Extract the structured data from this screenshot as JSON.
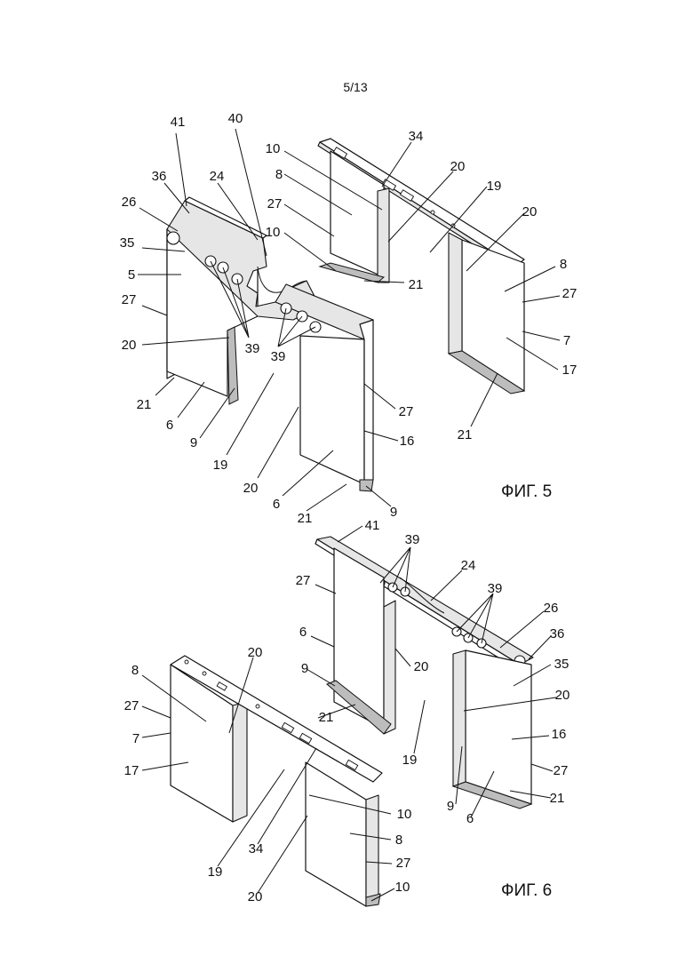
{
  "page_number": "5/13",
  "figures": [
    {
      "caption": "ФИГ. 5",
      "labels": [
        {
          "id": "f5_41",
          "text": "41"
        },
        {
          "id": "f5_40",
          "text": "40"
        },
        {
          "id": "f5_36",
          "text": "36"
        },
        {
          "id": "f5_24",
          "text": "24"
        },
        {
          "id": "f5_26",
          "text": "26"
        },
        {
          "id": "f5_35",
          "text": "35"
        },
        {
          "id": "f5_5",
          "text": "5"
        },
        {
          "id": "f5_27a",
          "text": "27"
        },
        {
          "id": "f5_20a",
          "text": "20"
        },
        {
          "id": "f5_39a",
          "text": "39"
        },
        {
          "id": "f5_39b",
          "text": "39"
        },
        {
          "id": "f5_21a",
          "text": "21"
        },
        {
          "id": "f5_6a",
          "text": "6"
        },
        {
          "id": "f5_9a",
          "text": "9"
        },
        {
          "id": "f5_19a",
          "text": "19"
        },
        {
          "id": "f5_20b",
          "text": "20"
        },
        {
          "id": "f5_6b",
          "text": "6"
        },
        {
          "id": "f5_21b",
          "text": "21"
        },
        {
          "id": "f5_9b",
          "text": "9"
        },
        {
          "id": "f5_16",
          "text": "16"
        },
        {
          "id": "f5_27b",
          "text": "27"
        },
        {
          "id": "f5_10a",
          "text": "10"
        },
        {
          "id": "f5_8a",
          "text": "8"
        },
        {
          "id": "f5_27c",
          "text": "27"
        },
        {
          "id": "f5_10b",
          "text": "10"
        },
        {
          "id": "f5_21c",
          "text": "21"
        },
        {
          "id": "f5_34",
          "text": "34"
        },
        {
          "id": "f5_20c",
          "text": "20"
        },
        {
          "id": "f5_19b",
          "text": "19"
        },
        {
          "id": "f5_20d",
          "text": "20"
        },
        {
          "id": "f5_8b",
          "text": "8"
        },
        {
          "id": "f5_27d",
          "text": "27"
        },
        {
          "id": "f5_7",
          "text": "7"
        },
        {
          "id": "f5_17",
          "text": "17"
        },
        {
          "id": "f5_21d",
          "text": "21"
        }
      ]
    },
    {
      "caption": "ФИГ. 6",
      "labels": [
        {
          "id": "f6_41",
          "text": "41"
        },
        {
          "id": "f6_39a",
          "text": "39"
        },
        {
          "id": "f6_27a",
          "text": "27"
        },
        {
          "id": "f6_24",
          "text": "24"
        },
        {
          "id": "f6_39b",
          "text": "39"
        },
        {
          "id": "f6_26",
          "text": "26"
        },
        {
          "id": "f6_36",
          "text": "36"
        },
        {
          "id": "f6_35",
          "text": "35"
        },
        {
          "id": "f6_6a",
          "text": "6"
        },
        {
          "id": "f6_20a",
          "text": "20"
        },
        {
          "id": "f6_9a",
          "text": "9"
        },
        {
          "id": "f6_21a",
          "text": "21"
        },
        {
          "id": "f6_20b",
          "text": "20"
        },
        {
          "id": "f6_16",
          "text": "16"
        },
        {
          "id": "f6_19a",
          "text": "19"
        },
        {
          "id": "f6_27b",
          "text": "27"
        },
        {
          "id": "f6_9b",
          "text": "9"
        },
        {
          "id": "f6_6b",
          "text": "6"
        },
        {
          "id": "f6_21b",
          "text": "21"
        },
        {
          "id": "f6_8a",
          "text": "8"
        },
        {
          "id": "f6_20c",
          "text": "20"
        },
        {
          "id": "f6_27c",
          "text": "27"
        },
        {
          "id": "f6_7",
          "text": "7"
        },
        {
          "id": "f6_17",
          "text": "17"
        },
        {
          "id": "f6_10a",
          "text": "10"
        },
        {
          "id": "f6_8b",
          "text": "8"
        },
        {
          "id": "f6_34",
          "text": "34"
        },
        {
          "id": "f6_19b",
          "text": "19"
        },
        {
          "id": "f6_27d",
          "text": "27"
        },
        {
          "id": "f6_20d",
          "text": "20"
        },
        {
          "id": "f6_10b",
          "text": "10"
        }
      ]
    }
  ]
}
